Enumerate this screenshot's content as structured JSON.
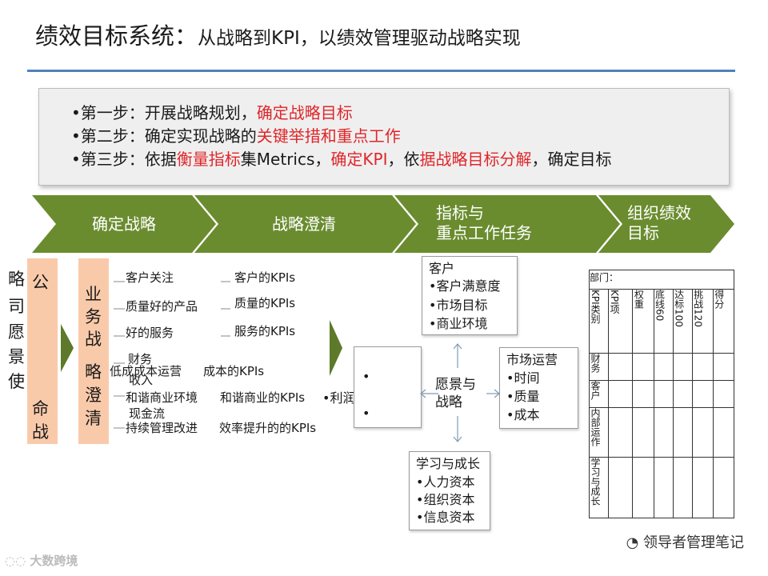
{
  "title": {
    "main": "绩效目标系统：",
    "sub": "从战略到KPI，以绩效管理驱动战略实现"
  },
  "steps": [
    {
      "parts": [
        {
          "t": "•第一步：开展战略规划，",
          "red": false
        },
        {
          "t": "确定战略目标",
          "red": true
        }
      ]
    },
    {
      "parts": [
        {
          "t": "•第二步：确定实现战略的",
          "red": false
        },
        {
          "t": "关键举措和重点工作",
          "red": true
        }
      ]
    },
    {
      "parts": [
        {
          "t": "•第三步：依据",
          "red": false
        },
        {
          "t": "衡量指标",
          "red": true
        },
        {
          "t": "集Metrics，",
          "red": false
        },
        {
          "t": "确定KPI",
          "red": true
        },
        {
          "t": "，依",
          "red": false
        },
        {
          "t": "据战略目标分解",
          "red": true
        },
        {
          "t": "，确定目标",
          "red": false
        }
      ]
    }
  ],
  "chevrons": [
    {
      "line1": "确定战略",
      "line2": ""
    },
    {
      "line1": "战略澄清",
      "line2": ""
    },
    {
      "line1": "指标与",
      "line2": "重点工作任务"
    },
    {
      "line1": "组织绩效",
      "line2": "目标"
    }
  ],
  "col_left": {
    "c1": [
      "略",
      "司",
      "愿",
      "景",
      "使"
    ],
    "c2a": "公",
    "c2b": [
      "命",
      "战"
    ]
  },
  "col_biz": [
    "业",
    "务",
    "战",
    "略",
    "澄",
    "清"
  ],
  "labels": {
    "a1": "客户关注",
    "a2": "质量好的产品",
    "a3": "好的服务",
    "a4": "财务",
    "a5": "低成成本运营",
    "a6": "收入",
    "a7": "和谐商业环境",
    "a8": "现金流",
    "a9": "持续管理改进",
    "b1": "客户的KPIs",
    "b2": "质量的KPIs",
    "b3": "服务的KPIs",
    "b4": "成本的KPIs",
    "b5": "和谐商业的KPIs",
    "b6": "•利润",
    "b7": "效率提升的的KPIs"
  },
  "center": {
    "label_line1": "愿景与",
    "label_line2": "战略",
    "bullet1": "•",
    "bullet2": "•"
  },
  "box_top": {
    "title": "客户",
    "items": [
      "•客户满意度",
      "•市场目标",
      "•商业环境"
    ]
  },
  "box_right": {
    "title": "市场运营",
    "items": [
      "•时间",
      "•质量",
      "•成本"
    ]
  },
  "box_bottom": {
    "title": "学习与成长",
    "items": [
      "•人力资本",
      "•组织资本",
      "•信息资本"
    ]
  },
  "kpi_table": {
    "dept": "部门：",
    "h_category": "KPI类别",
    "h_item": "KPI项",
    "h_weight": "权重",
    "h_base": "底线",
    "h_reach": "达标",
    "h_challenge": "挑战",
    "h_score": "得分",
    "v60": "60",
    "v100": "100",
    "v120": "120",
    "rows": [
      "财务",
      "客户",
      "内部运作",
      "学习与成长"
    ]
  },
  "watermark": "领导者管理笔记",
  "logo": "大数跨境",
  "colors": {
    "chevron": "#6a8c2f",
    "peach": "#f9caaa",
    "accent_red": "#e0262a",
    "rule": "#4f81bd"
  }
}
